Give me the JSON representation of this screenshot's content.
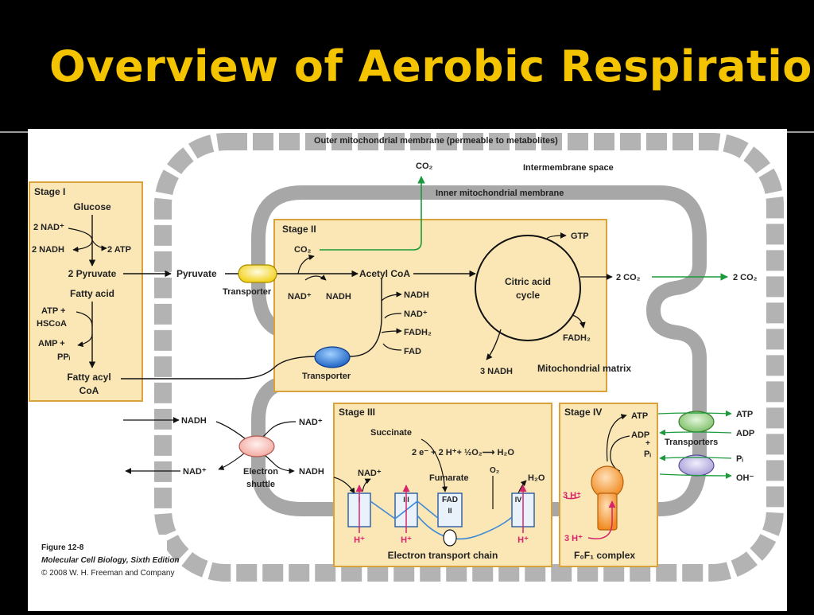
{
  "slide": {
    "title": "Overview of Aerobic Respiration"
  },
  "membranes": {
    "outer": "Outer mitochondrial membrane (permeable to metabolites)",
    "intermembrane": "Intermembrane space",
    "inner": "Inner mitochondrial membrane",
    "matrix": "Mitochondrial matrix"
  },
  "stage1": {
    "heading": "Stage I",
    "glucose": "Glucose",
    "nad_in": "2 NAD⁺",
    "nadh_out": "2 NADH",
    "atp_out": "2 ATP",
    "pyruvate": "2 Pyruvate",
    "fatty_acid": "Fatty acid",
    "atp_plus": "ATP +",
    "hscoa": "HSCoA",
    "amp_plus": "AMP +",
    "ppi": "PPᵢ",
    "fatty_acyl": "Fatty acyl",
    "coa": "CoA"
  },
  "stage2": {
    "heading": "Stage II",
    "pyruvate": "Pyruvate",
    "transporter_top": "Transporter",
    "transporter_bottom": "Transporter",
    "co2": "CO₂",
    "co2_top": "CO₂",
    "nad": "NAD⁺",
    "nadh": "NADH",
    "acetyl_coa": "Acetyl CoA",
    "nadh2": "NADH",
    "nad2": "NAD⁺",
    "fadh2": "FADH₂",
    "fad": "FAD",
    "gtp": "GTP",
    "cycle_line1": "Citric acid",
    "cycle_line2": "cycle",
    "co2_cycle": "2 CO₂",
    "co2_out": "2 CO₂",
    "fadh2_cycle": "FADH₂",
    "nadh_3": "3 NADH"
  },
  "shuttle": {
    "nadh_in": "NADH",
    "nad_out": "NAD⁺",
    "nad_right": "NAD⁺",
    "nadh_right": "NADH",
    "label_line1": "Electron",
    "label_line2": "shuttle"
  },
  "stage3": {
    "heading": "Stage III",
    "succinate": "Succinate",
    "equation": "2 e⁻ + 2 H⁺+ ½O₂⟶ H₂O",
    "nad": "NAD⁺",
    "fumarate": "Fumarate",
    "o2": "O₂",
    "h2o": "H₂O",
    "complex_1": "I",
    "complex_3": "III",
    "complex_2": "FAD",
    "complex_2b": "II",
    "complex_4": "IV",
    "hplus": "H⁺",
    "chain_label": "Electron transport chain"
  },
  "stage4": {
    "heading": "Stage IV",
    "atp": "ATP",
    "adp": "ADP",
    "plus": "+",
    "pi": "Pᵢ",
    "h3_top": "3 H⁺",
    "h3_bottom": "3 H⁺",
    "complex_label": "F₀F₁ complex",
    "transporters": "Transporters",
    "atp_out": "ATP",
    "adp_out": "ADP",
    "pi_out": "Pᵢ",
    "oh_out": "OH⁻"
  },
  "caption": {
    "figure": "Figure 12-8",
    "book": "Molecular Cell Biology, Sixth Edition",
    "copyright": "© 2008 W. H. Freeman and Company"
  },
  "colors": {
    "title": "#f5c400",
    "stage_fill": "#fbe7b5",
    "stage_border": "#d9a23a",
    "membrane": "#a7a7a7",
    "co2_green": "#1a9a3a",
    "proton": "#d6246c"
  }
}
